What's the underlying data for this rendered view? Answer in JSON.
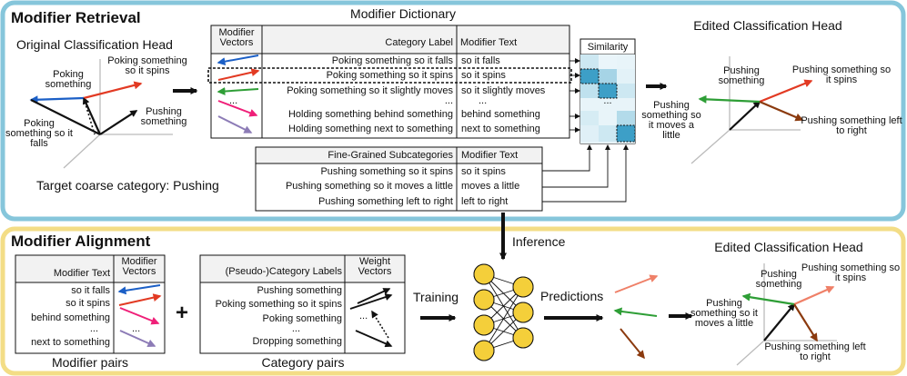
{
  "retrieval": {
    "title": "Modifier Retrieval",
    "original_head_title": "Original Classification Head",
    "orig_labels": {
      "poking": "Poking something",
      "poking_spins": "Poking something so it spins",
      "poking_falls": "Poking something so it falls",
      "pushing": "Pushing something"
    },
    "dictionary_title": "Modifier Dictionary",
    "dict_headers": {
      "vectors": "Modifier Vectors",
      "category": "Category Label",
      "modifier": "Modifier Text"
    },
    "dict_rows": [
      {
        "category": "Poking something so it falls",
        "modifier": "so it falls"
      },
      {
        "category": "Poking something so it spins",
        "modifier": "so it spins"
      },
      {
        "category": "Poking something so it slightly moves",
        "modifier": "so it slightly moves"
      },
      {
        "category": "...",
        "modifier": "..."
      },
      {
        "category": "Holding something behind something",
        "modifier": "behind something"
      },
      {
        "category": "Holding something next to something",
        "modifier": "next to something"
      }
    ],
    "dict_vectors_ellipsis": "...",
    "similarity_title": "Similarity",
    "similarity_ellipsis": "...",
    "fine_grained": {
      "headers": {
        "subcategories": "Fine-Grained Subcategories",
        "modifier": "Modifier Text"
      },
      "rows": [
        {
          "label": "Pushing something so it spins",
          "modifier": "so it spins"
        },
        {
          "label": "Pushing something so it  moves a little",
          "modifier": "moves a little"
        },
        {
          "label": "Pushing something left to right",
          "modifier": "left to right"
        }
      ]
    },
    "target": "Target coarse category: Pushing",
    "edited_head_title": "Edited Classification Head",
    "edited_labels": {
      "pushing": "Pushing something",
      "spins": "Pushing something so it spins",
      "moves": "Pushing something so it moves a little",
      "left_right": "Pushing something left to right"
    }
  },
  "alignment": {
    "title": "Modifier Alignment",
    "modifier_pairs": {
      "headers": {
        "text": "Modifier Text",
        "vectors": "Modifier Vectors"
      },
      "rows": [
        "so it falls",
        "so it spins",
        "behind something",
        "...",
        "next to something"
      ],
      "vectors_ellipsis": "...",
      "caption": "Modifier pairs"
    },
    "plus": "+",
    "category_pairs": {
      "headers": {
        "labels": "(Pseudo-)Category Labels",
        "vectors": "Weight Vectors"
      },
      "rows": [
        "Pushing something",
        "Poking something so it spins",
        "Poking something",
        "...",
        "Dropping something"
      ],
      "vectors_ellipsis": "...",
      "caption": "Category pairs"
    },
    "training": "Training",
    "inference": "Inference",
    "predictions": "Predictions",
    "edited_head_title": "Edited Classification Head",
    "edited_labels": {
      "pushing": "Pushing something",
      "spins": "Pushing something so it spins",
      "moves": "Pushing something so it moves a little",
      "left_right": "Pushing something left to right"
    }
  },
  "colors": {
    "retrieval_border": "#86c6db",
    "alignment_border": "#f3dd86",
    "red": "#e23a23",
    "blue": "#1b5fc6",
    "green": "#2e9e36",
    "brown": "#8b3a0e",
    "pink": "#ef1f78",
    "purple": "#8c7bb6",
    "salmon": "#ef8068",
    "node": "#f4cf3a",
    "table_header": "#f2f2f2",
    "similarity_dark": "#3d9fc7",
    "similarity_light": "#cde8f2"
  }
}
